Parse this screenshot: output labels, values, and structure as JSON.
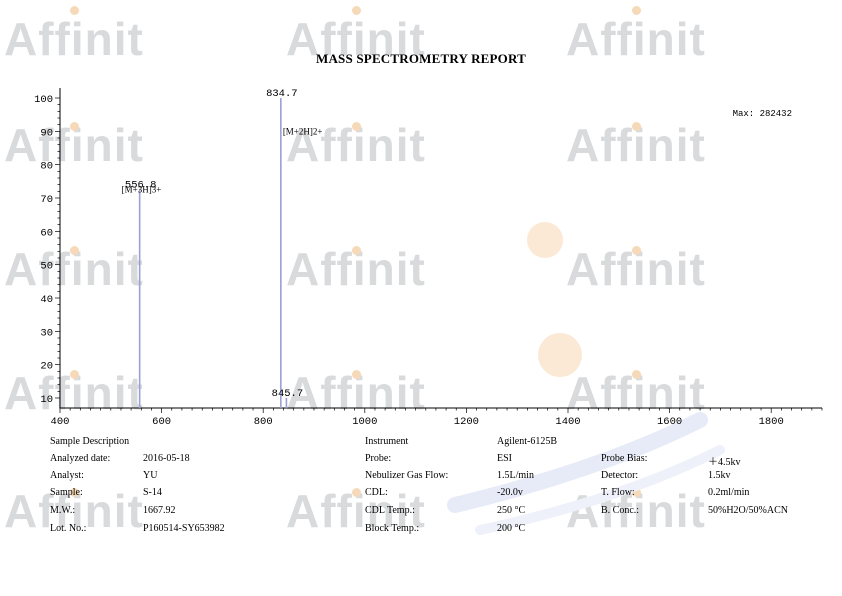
{
  "report": {
    "title": "MASS SPECTROMETRY REPORT"
  },
  "watermark": {
    "text": "Affinit",
    "color": "#d9dadc"
  },
  "chart_data": {
    "type": "bar",
    "xlim": [
      400,
      1900
    ],
    "ylim": [
      7,
      103
    ],
    "x_ticks": [
      400,
      600,
      800,
      1000,
      1200,
      1400,
      1600,
      1800
    ],
    "y_ticks": [
      10,
      20,
      30,
      40,
      50,
      60,
      70,
      80,
      90,
      100
    ],
    "max_label": "Max: 282432",
    "peaks": [
      {
        "x": 556.8,
        "y": 72.5,
        "label": "556.8"
      },
      {
        "x": 834.7,
        "y": 100,
        "label": "834.7"
      },
      {
        "x": 845.7,
        "y": 10,
        "label": "845.7"
      }
    ],
    "annotations": [
      {
        "x": 556.8,
        "y": 72.5,
        "text": "[M+3H]3+"
      },
      {
        "x": 834.7,
        "y": 90,
        "text": "[M+2H]2+"
      }
    ],
    "peak_color": "#9b9fd8",
    "grid": false
  },
  "info": {
    "left": {
      "heading": "Sample Description",
      "rows": [
        {
          "label": "Analyzed date:",
          "value": "2016-05-18"
        },
        {
          "label": "Analyst:",
          "value": "YU"
        },
        {
          "label": "Sample:",
          "value": "S-14"
        },
        {
          "label": "M.W.:",
          "value": "1667.92"
        },
        {
          "label": "Lot. No.:",
          "value": "P160514-SY653982"
        }
      ]
    },
    "middle": {
      "heading": "Instrument",
      "heading_value": "Agilent-6125B",
      "rows": [
        {
          "label": "Probe:",
          "value": "ESI"
        },
        {
          "label": "Nebulizer Gas Flow:",
          "value": "1.5L/min"
        },
        {
          "label": "CDL:",
          "value": "-20.0v"
        },
        {
          "label": "CDL Temp.:",
          "value": "250 °C"
        },
        {
          "label": "Block Temp.:",
          "value": "200 °C"
        }
      ]
    },
    "right": {
      "rows": [
        {
          "label": "Probe Bias:",
          "value": "＋4.5kv"
        },
        {
          "label": "Detector:",
          "value": "1.5kv"
        },
        {
          "label": "T. Flow:",
          "value": "0.2ml/min"
        },
        {
          "label": "B. Conc.:",
          "value": "50%H2O/50%ACN"
        }
      ]
    }
  }
}
